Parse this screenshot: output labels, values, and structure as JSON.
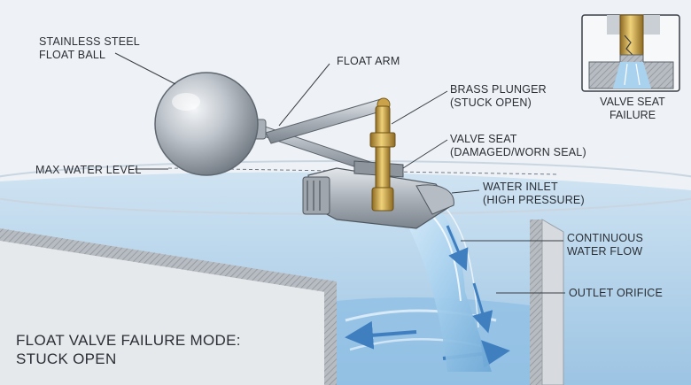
{
  "title": [
    "FLOAT VALVE FAILURE MODE:",
    "STUCK OPEN"
  ],
  "labels": {
    "float_ball": [
      "STAINLESS STEEL",
      "FLOAT BALL"
    ],
    "float_arm": [
      "FLOAT ARM"
    ],
    "brass_plunger": [
      "BRASS PLUNGER",
      "(STUCK OPEN)"
    ],
    "valve_seat": [
      "VALVE SEAT",
      "(DAMAGED/WORN SEAL)"
    ],
    "max_water_level": [
      "MAX WATER LEVEL"
    ],
    "water_inlet": [
      "WATER INLET",
      "(HIGH PRESSURE)"
    ],
    "continuous_flow": [
      "CONTINUOUS",
      "WATER FLOW"
    ],
    "outlet_orifice": [
      "OUTLET ORIFICE"
    ]
  },
  "inset": {
    "caption": [
      "VALVE SEAT",
      "FAILURE"
    ]
  },
  "colors": {
    "background": "#eef2f6",
    "water": "#a9cde8",
    "brass": "#c9a24a",
    "steel": "#b8bec6",
    "tank_wall": "#c5c9ce",
    "leader_line": "#3a3f46"
  }
}
